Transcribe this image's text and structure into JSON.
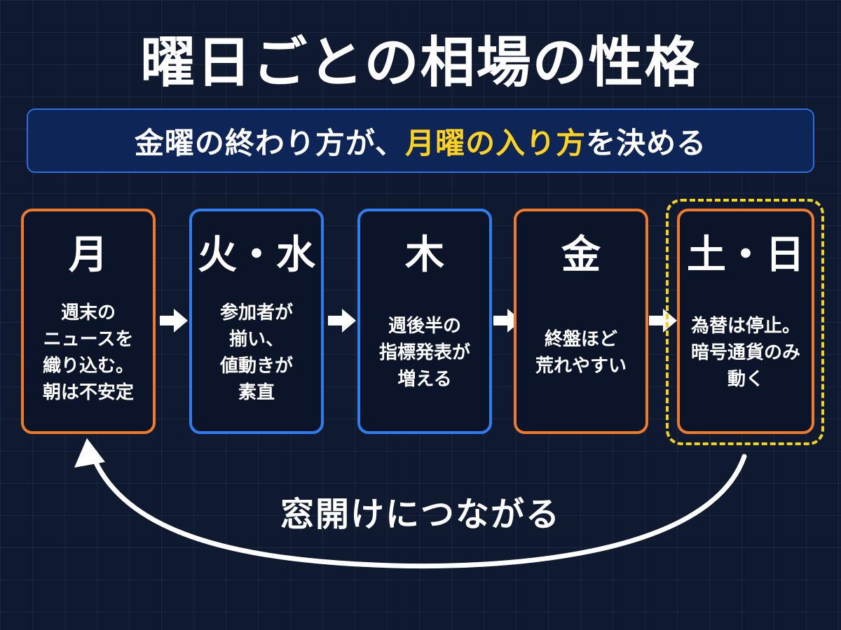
{
  "title": "曜日ごとの相場の性格",
  "subtitle": {
    "part1": "金曜の終わり方が、",
    "highlight": "月曜の入り方",
    "part2": "を決める"
  },
  "cards": [
    {
      "day": "月",
      "lines": [
        "週末の",
        "ニュースを",
        "織り込む。",
        "朝は不安定"
      ]
    },
    {
      "day": "火・水",
      "lines": [
        "参加者が",
        "揃い、",
        "値動きが",
        "素直"
      ]
    },
    {
      "day": "木",
      "lines": [
        "週後半の",
        "指標発表が",
        "増える"
      ]
    },
    {
      "day": "金",
      "lines": [
        "終盤ほど",
        "荒れやすい"
      ]
    },
    {
      "day": "土・日",
      "lines": [
        "為替は停止。",
        "暗号通貨のみ",
        "動く"
      ]
    }
  ],
  "loop_label": "窓開けにつながる",
  "colors": {
    "orange": "#f07a2a",
    "blue": "#2f7df0",
    "highlight": "#ffd21f",
    "dashed": "#f2d21b",
    "background": "#0f1a30"
  }
}
